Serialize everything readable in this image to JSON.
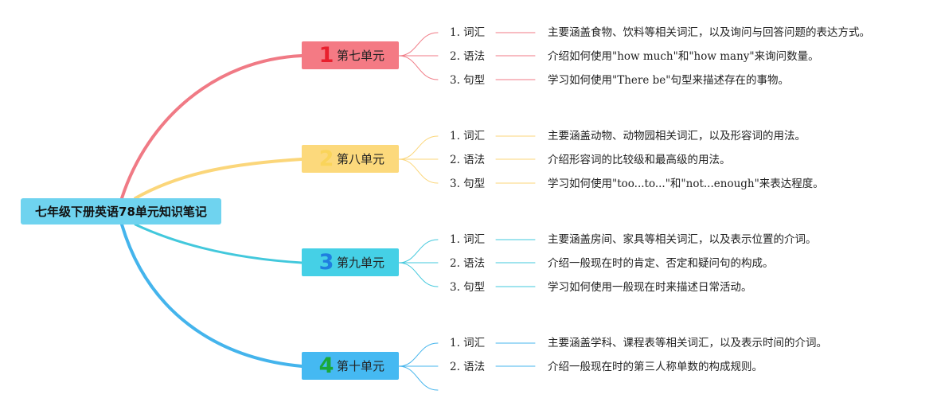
{
  "root": {
    "title": "七年级下册英语78单元知识笔记"
  },
  "units": [
    {
      "number": "1",
      "title": "第七单元",
      "fill": "#f47a84",
      "branch_color": "#f07a85",
      "number_color": "#e8202e",
      "items": [
        {
          "label": "1. 词汇",
          "desc": "主要涵盖食物、饮料等相关词汇，以及询问与回答问题的表达方式。"
        },
        {
          "label": "2. 语法",
          "desc": "介绍如何使用\"how much\"和\"how many\"来询问数量。"
        },
        {
          "label": "3. 句型",
          "desc": "学习如何使用\"There be\"句型来描述存在的事物。"
        }
      ]
    },
    {
      "number": "2",
      "title": "第八单元",
      "fill": "#fcd97c",
      "branch_color": "#fbd67a",
      "number_color": "#fad45a",
      "items": [
        {
          "label": "1. 词汇",
          "desc": "主要涵盖动物、动物园相关词汇，以及形容词的用法。"
        },
        {
          "label": "2. 语法",
          "desc": "介绍形容词的比较级和最高级的用法。"
        },
        {
          "label": "3. 句型",
          "desc": "学习如何使用\"too...to...\"和\"not...enough\"来表达程度。"
        }
      ]
    },
    {
      "number": "3",
      "title": "第九单元",
      "fill": "#45d0e6",
      "branch_color": "#42c8dc",
      "number_color": "#1f7fe0",
      "items": [
        {
          "label": "1. 词汇",
          "desc": "主要涵盖房间、家具等相关词汇，以及表示位置的介词。"
        },
        {
          "label": "2. 语法",
          "desc": "介绍一般现在时的肯定、否定和疑问句的构成。"
        },
        {
          "label": "3. 句型",
          "desc": "学习如何使用一般现在时来描述日常活动。"
        }
      ]
    },
    {
      "number": "4",
      "title": "第十单元",
      "fill": "#45b9f2",
      "branch_color": "#44b4ec",
      "number_color": "#1aa83a",
      "items": [
        {
          "label": "1. 词汇",
          "desc": "主要涵盖学科、课程表等相关词汇，以及表示时间的介词。"
        },
        {
          "label": "2. 语法",
          "desc": "介绍一般现在时的第三人称单数的构成规则。"
        },
        {
          "label": "",
          "desc": ""
        }
      ]
    }
  ]
}
